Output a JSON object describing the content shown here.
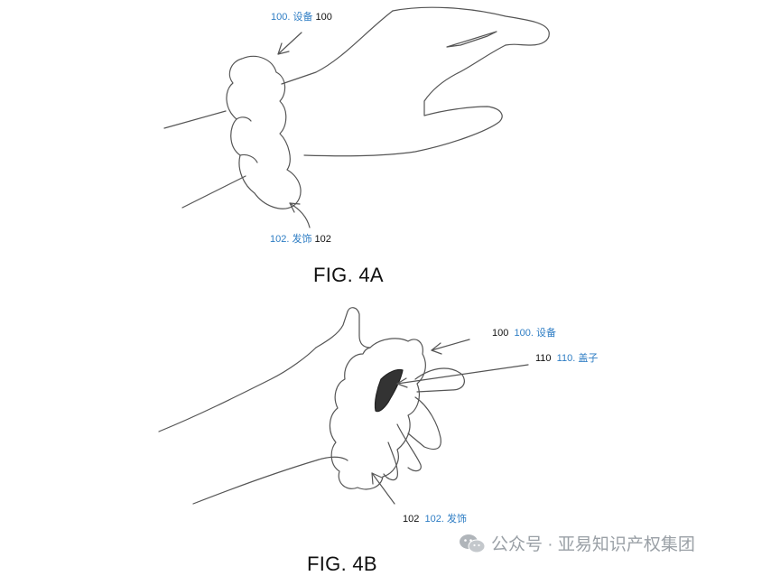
{
  "fig4a": {
    "caption": "FIG. 4A",
    "label_device_blue": "100. 设备",
    "label_device_num": "100",
    "label_ornament_blue": "102. 发饰",
    "label_ornament_num": "102"
  },
  "fig4b": {
    "caption": "FIG. 4B",
    "label_device_num": "100",
    "label_device_blue": "100. 设备",
    "label_cover_num": "110",
    "label_cover_blue": "110. 盖子",
    "label_ornament_num": "102",
    "label_ornament_blue": "102. 发饰"
  },
  "watermark": {
    "text": "公众号 · 亚易知识产权集团",
    "icon": "wechat-icon"
  },
  "colors": {
    "label_blue": "#2e7dc4",
    "line": "#555555",
    "watermark": "#9aa0a6"
  }
}
